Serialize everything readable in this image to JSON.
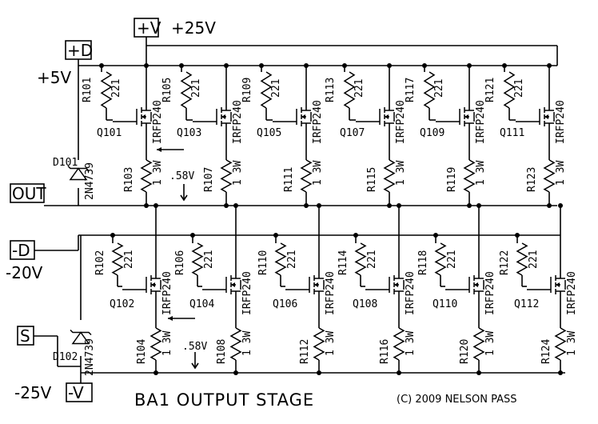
{
  "title": "BA1 OUTPUT STAGE",
  "copyright": "(C) 2009 NELSON PASS",
  "rails": {
    "vplus_label": "+V",
    "vplus_voltage": "+25V",
    "vminus_label": "-V",
    "vminus_voltage": "-25V",
    "dplus_label": "+D",
    "dplus_voltage": "+5V",
    "dminus_label": "-D",
    "dminus_voltage": "-20V",
    "out_label": "OUT",
    "s_label": "S"
  },
  "diodes": [
    {
      "ref": "D101",
      "part": "2N4739"
    },
    {
      "ref": "D102",
      "part": "2N4739"
    }
  ],
  "annotations": {
    "upper_voltage": ".58V",
    "lower_voltage": ".58V"
  },
  "upper_row": [
    {
      "gate_res": "R101",
      "gate_val": "221",
      "fet": "Q101",
      "fet_type": "IRFP240",
      "src_res": "R103",
      "src_val": "1 3W"
    },
    {
      "gate_res": "R105",
      "gate_val": "221",
      "fet": "Q103",
      "fet_type": "IRFP240",
      "src_res": "R107",
      "src_val": "1 3W"
    },
    {
      "gate_res": "R109",
      "gate_val": "221",
      "fet": "Q105",
      "fet_type": "IRFP240",
      "src_res": "R111",
      "src_val": "1 3W"
    },
    {
      "gate_res": "R113",
      "gate_val": "221",
      "fet": "Q107",
      "fet_type": "IRFP240",
      "src_res": "R115",
      "src_val": "1 3W"
    },
    {
      "gate_res": "R117",
      "gate_val": "221",
      "fet": "Q109",
      "fet_type": "IRFP240",
      "src_res": "R119",
      "src_val": "1 3W"
    },
    {
      "gate_res": "R121",
      "gate_val": "221",
      "fet": "Q111",
      "fet_type": "IRFP240",
      "src_res": "R123",
      "src_val": "1 3W"
    }
  ],
  "lower_row": [
    {
      "gate_res": "R102",
      "gate_val": "221",
      "fet": "Q102",
      "fet_type": "IRFP240",
      "src_res": "R104",
      "src_val": "1 3W"
    },
    {
      "gate_res": "R106",
      "gate_val": "221",
      "fet": "Q104",
      "fet_type": "IRFP240",
      "src_res": "R108",
      "src_val": "1 3W"
    },
    {
      "gate_res": "R110",
      "gate_val": "221",
      "fet": "Q106",
      "fet_type": "IRFP240",
      "src_res": "R112",
      "src_val": "1 3W"
    },
    {
      "gate_res": "R114",
      "gate_val": "221",
      "fet": "Q108",
      "fet_type": "IRFP240",
      "src_res": "R116",
      "src_val": "1 3W"
    },
    {
      "gate_res": "R118",
      "gate_val": "221",
      "fet": "Q110",
      "fet_type": "IRFP240",
      "src_res": "R120",
      "src_val": "1 3W"
    },
    {
      "gate_res": "R122",
      "gate_val": "221",
      "fet": "Q112",
      "fet_type": "IRFP240",
      "src_res": "R124",
      "src_val": "1 3W"
    }
  ]
}
